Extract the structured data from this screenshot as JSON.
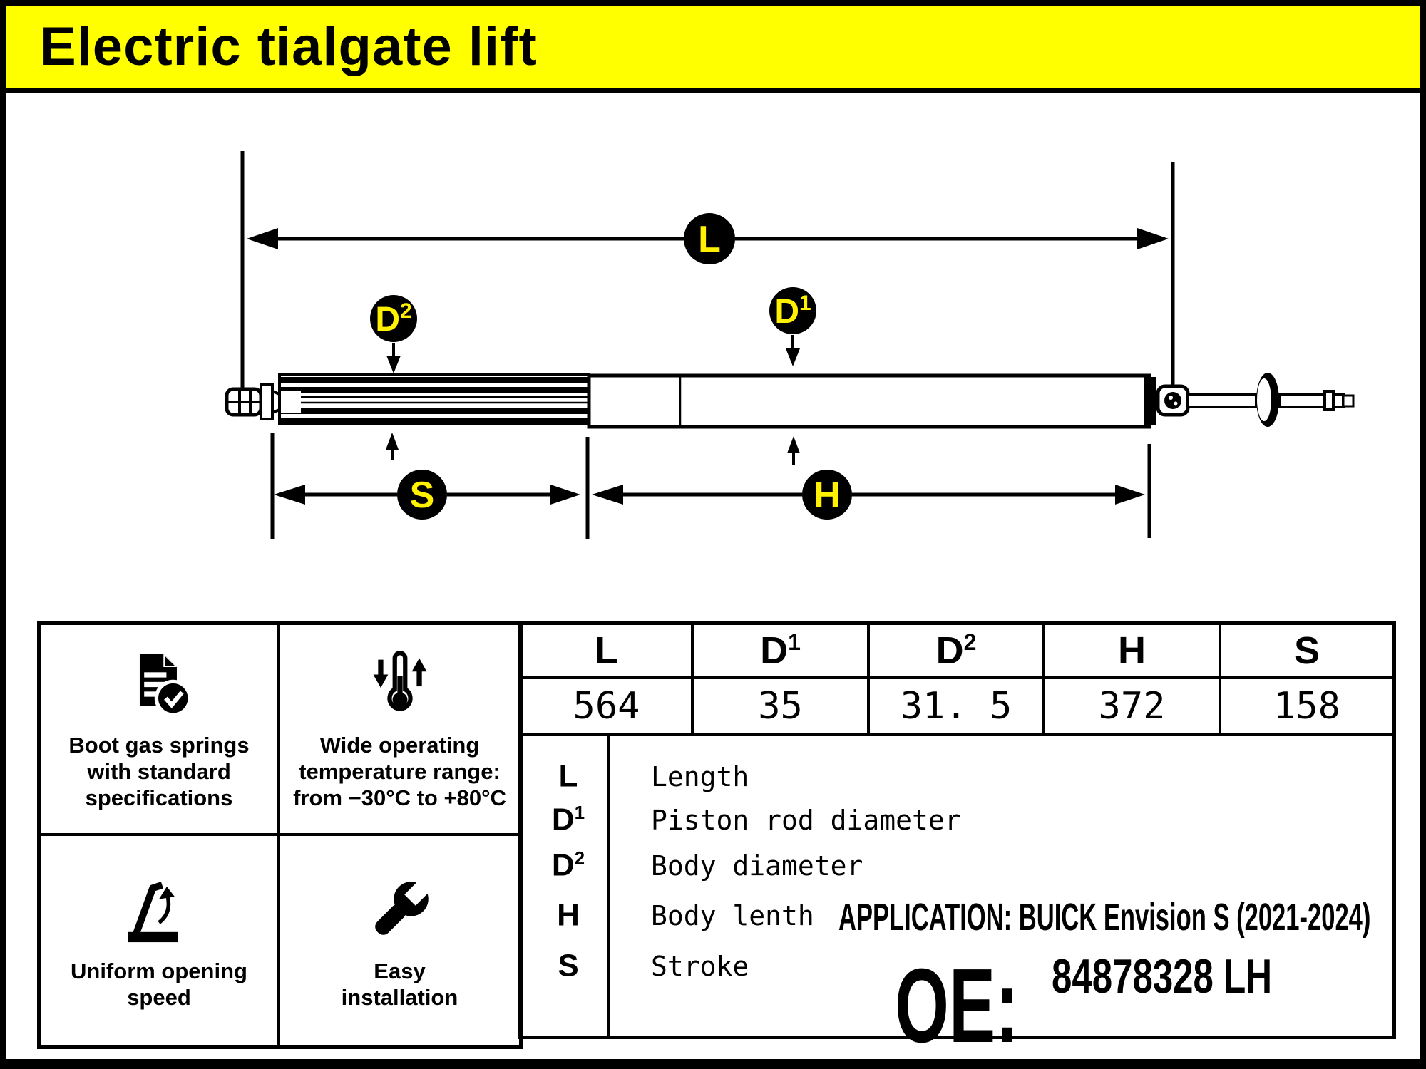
{
  "title": "Electric tialgate lift",
  "colors": {
    "header_bg": "#FFFF00",
    "label_circle_fill": "#000000",
    "label_text": "#FFF100",
    "ink": "#000000"
  },
  "diagram": {
    "labels": {
      "L": "L",
      "D1_base": "D",
      "D1_sup": "1",
      "D2_base": "D",
      "D2_sup": "2",
      "H": "H",
      "S": "S"
    }
  },
  "features": [
    {
      "icon": "document-check-icon",
      "lines": [
        "Boot gas springs",
        "with standard",
        "specifications"
      ]
    },
    {
      "icon": "thermometer-range-icon",
      "lines": [
        "Wide operating",
        "temperature range:",
        "from −30°C to +80°C"
      ]
    },
    {
      "icon": "tailgate-open-icon",
      "lines": [
        "Uniform opening",
        "speed"
      ]
    },
    {
      "icon": "wrench-icon",
      "lines": [
        "Easy",
        "installation"
      ]
    }
  ],
  "spec_table": {
    "columns": [
      {
        "label": "L",
        "sup": "",
        "value": "564"
      },
      {
        "label": "D",
        "sup": "1",
        "value": "35"
      },
      {
        "label": "D",
        "sup": "2",
        "value": "31. 5"
      },
      {
        "label": "H",
        "sup": "",
        "value": "372"
      },
      {
        "label": "S",
        "sup": "",
        "value": "158"
      }
    ]
  },
  "legend": {
    "rows": [
      {
        "symbol": "L",
        "sup": "",
        "desc": "Length"
      },
      {
        "symbol": "D",
        "sup": "1",
        "desc": "Piston rod diameter"
      },
      {
        "symbol": "D",
        "sup": "2",
        "desc": "Body diameter"
      },
      {
        "symbol": "H",
        "sup": "",
        "desc": "Body lenth"
      },
      {
        "symbol": "S",
        "sup": "",
        "desc": "Stroke"
      }
    ]
  },
  "application": "APPLICATION: BUICK Envision S  (2021-2024)",
  "oe": {
    "label": "OE:",
    "number": "84878328 LH"
  }
}
